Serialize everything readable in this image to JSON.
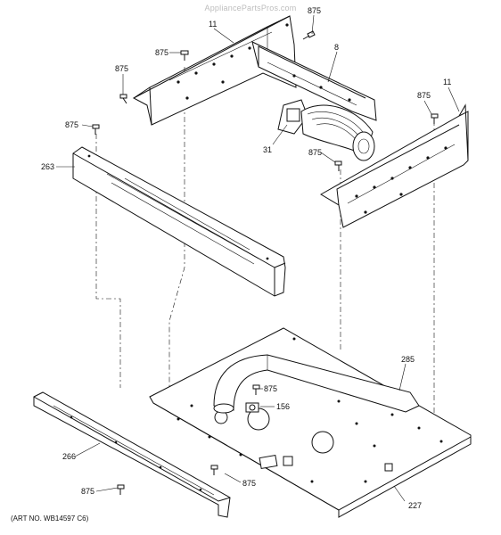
{
  "watermark": "AppliancePartsPros.com",
  "art_number": "(ART NO. WB14597 C6)",
  "callouts": {
    "top_bracket_left": "11",
    "top_bracket_right": "11",
    "crossbar": "8",
    "fan": "31",
    "vent_trim": "263",
    "duct": "285",
    "sensor": "156",
    "rail": "266",
    "base_panel": "227",
    "screw_top_right": "875",
    "screw_upper_mid": "875",
    "screw_left_bracket": "875",
    "screw_vent": "875",
    "screw_fan": "875",
    "screw_right_bracket": "875",
    "screw_sensor": "875",
    "screw_rail": "875",
    "screw_base": "875"
  }
}
